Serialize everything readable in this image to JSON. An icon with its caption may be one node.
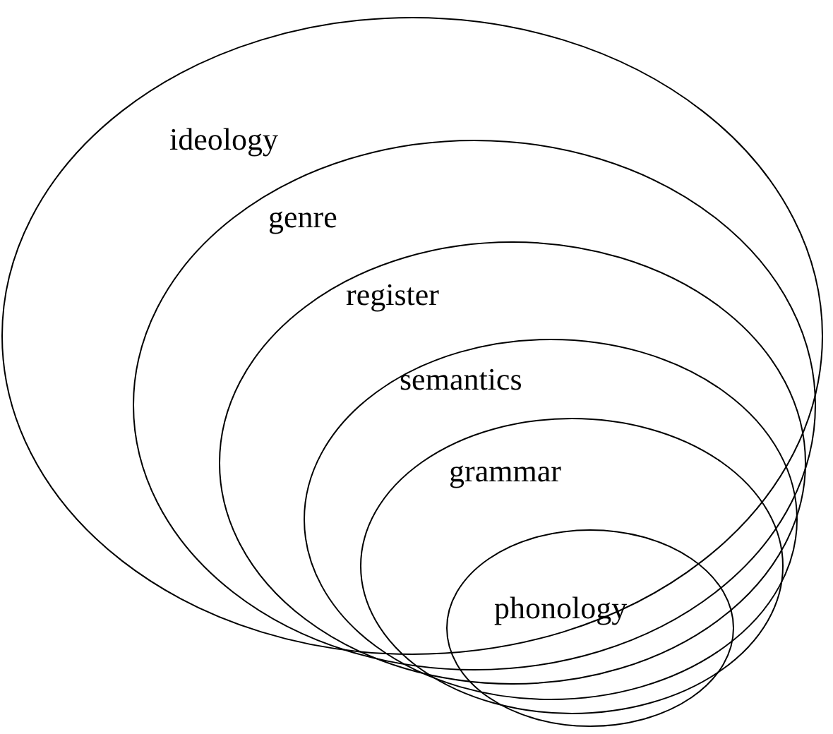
{
  "diagram": {
    "nodes": [
      {
        "text": [
          "ideology"
        ]
      },
      {
        "text": [
          "genre"
        ],
        "in": 0
      },
      {
        "text": [
          "register"
        ],
        "in": 1
      },
      {
        "text": [
          "semantics"
        ],
        "in": 2
      },
      {
        "text": [
          "grammar"
        ],
        "in": 3
      },
      {
        "text": [
          "phonology"
        ],
        "in": 4
      }
    ]
  }
}
